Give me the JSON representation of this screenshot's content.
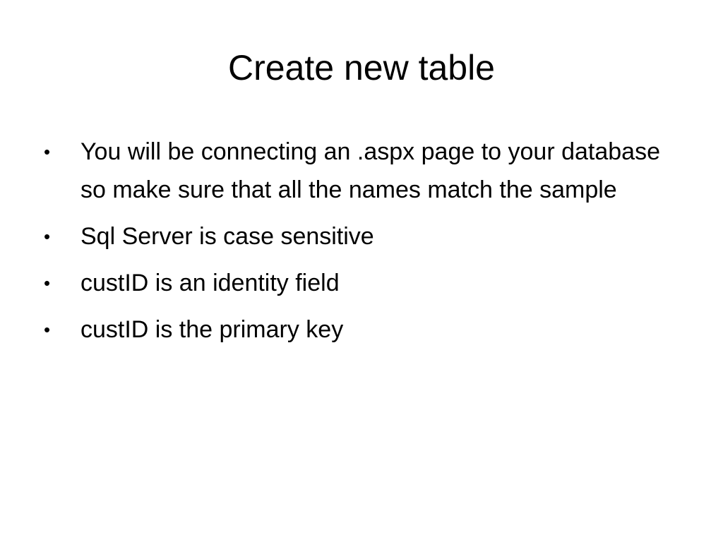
{
  "slide": {
    "title": "Create new table",
    "bullet_symbol": "•",
    "bullets": [
      "You will be connecting an .aspx page to your database so make sure that all the names match the sample",
      "Sql Server is case sensitive",
      "custID is an identity field",
      "custID is the primary key"
    ]
  }
}
